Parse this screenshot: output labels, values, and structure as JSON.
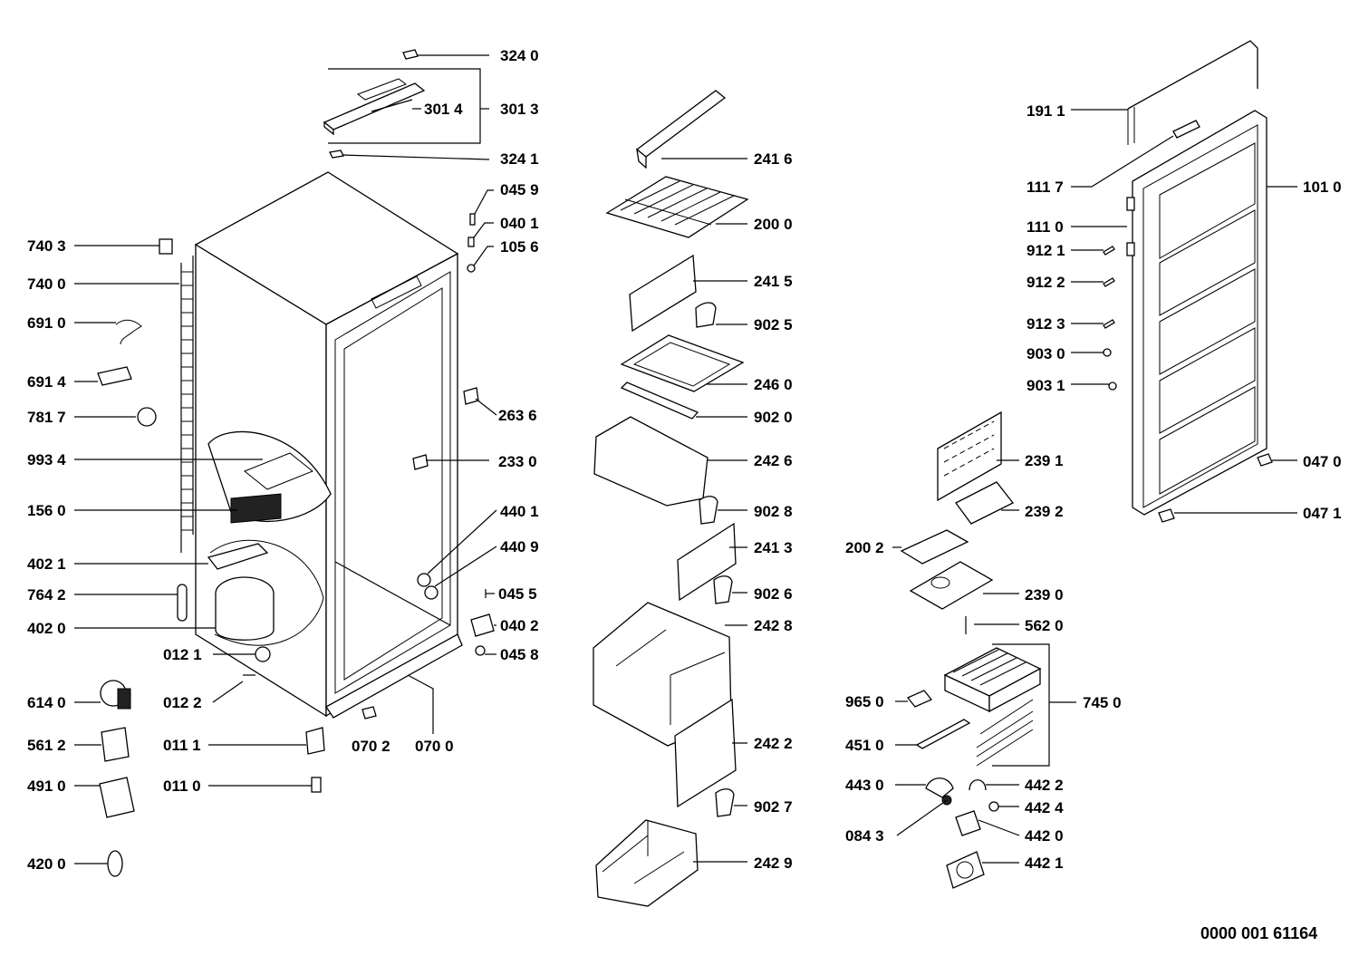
{
  "diagram_code": "0000 001 61164",
  "callouts": {
    "c3240": "324 0",
    "c3014": "301 4",
    "c3013": "301 3",
    "c3241": "324 1",
    "c0459": "045 9",
    "c0401": "040 1",
    "c1056": "105 6",
    "c7403": "740 3",
    "c7400": "740 0",
    "c6910": "691 0",
    "c6914": "691 4",
    "c7817": "781 7",
    "c9934": "993 4",
    "c1560": "156 0",
    "c4021": "402 1",
    "c7642": "764 2",
    "c4020": "402 0",
    "c6140": "614 0",
    "c5612": "561 2",
    "c4910": "491 0",
    "c4200": "420 0",
    "c0121": "012 1",
    "c0122": "012 2",
    "c0111": "011 1",
    "c0110": "011 0",
    "c0702": "070 2",
    "c0700": "070 0",
    "c2636": "263 6",
    "c2330": "233 0",
    "c4401": "440 1",
    "c4409": "440 9",
    "c0455": "045 5",
    "c0402": "040 2",
    "c0458": "045 8",
    "c2416": "241 6",
    "c2000": "200 0",
    "c2415": "241 5",
    "c9025": "902 5",
    "c2460": "246 0",
    "c9020": "902 0",
    "c2426": "242 6",
    "c9028": "902 8",
    "c2413": "241 3",
    "c9026": "902 6",
    "c2428": "242 8",
    "c2422": "242 2",
    "c9027": "902 7",
    "c2429": "242 9",
    "c1911": "191 1",
    "c1117": "111 7",
    "c1110": "111 0",
    "c1010": "101 0",
    "c9121": "912 1",
    "c9122": "912 2",
    "c9123": "912 3",
    "c9030": "903 0",
    "c9031": "903 1",
    "c0470": "047 0",
    "c0471": "047 1",
    "c2391": "239 1",
    "c2392": "239 2",
    "c2002": "200 2",
    "c2390": "239 0",
    "c5620": "562 0",
    "c7450": "745 0",
    "c9650": "965 0",
    "c4510": "451 0",
    "c4430": "443 0",
    "c4422": "442 2",
    "c4424": "442 4",
    "c0843": "084 3",
    "c4420": "442 0",
    "c4421": "442 1"
  }
}
